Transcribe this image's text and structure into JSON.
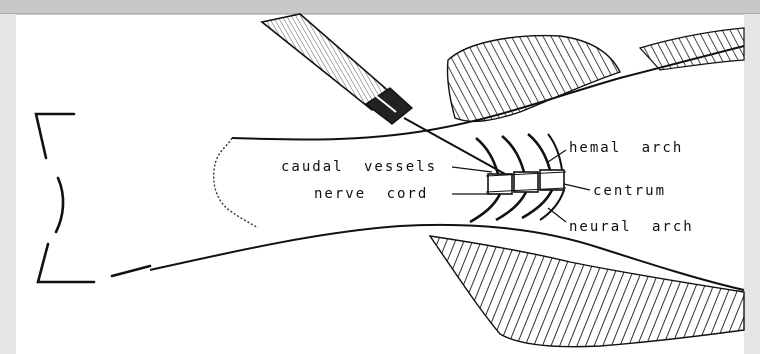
{
  "labels": {
    "caudal_vessels": "caudal  vessels",
    "nerve_cord": "nerve  cord",
    "hemal_arch": "hemal  arch",
    "centrum": "centrum",
    "neural_arch": "neural  arch"
  },
  "colors": {
    "ink": "#111111",
    "background": "#ffffff",
    "frame": "#c8c8c8"
  }
}
